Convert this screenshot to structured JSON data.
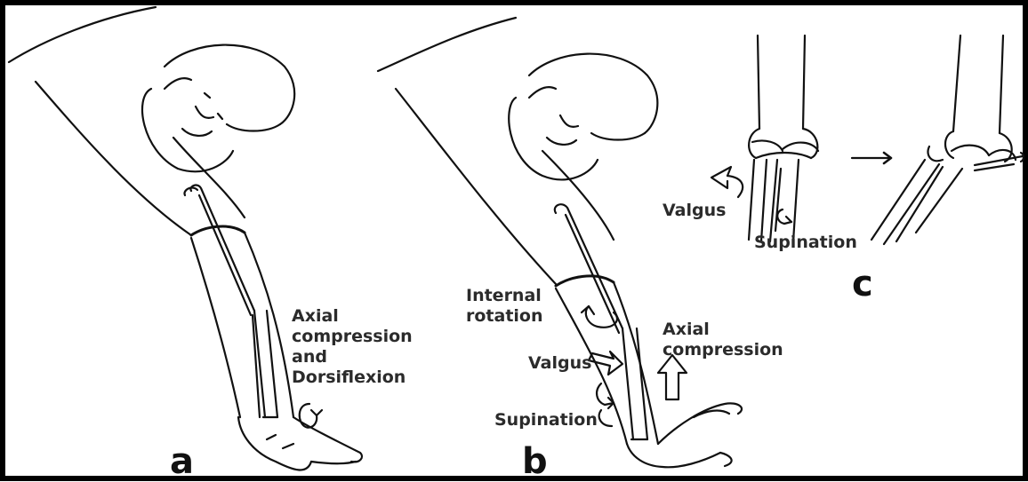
{
  "figure": {
    "panels": {
      "a": {
        "letter": "a",
        "annotation": [
          "Axial",
          "compression",
          "and",
          "Dorsiflexion"
        ]
      },
      "b": {
        "letter": "b",
        "internal_rotation": [
          "Internal",
          "rotation"
        ],
        "valgus": "Valgus",
        "supination": "Supination",
        "axial_compression": [
          "Axial",
          "compression"
        ]
      },
      "c": {
        "letter": "c",
        "valgus": "Valgus",
        "supination": "Supination"
      }
    },
    "colors": {
      "ink": "#111111",
      "border": "#000000",
      "label_text": "#2b2b2b",
      "background": "#ffffff"
    }
  }
}
